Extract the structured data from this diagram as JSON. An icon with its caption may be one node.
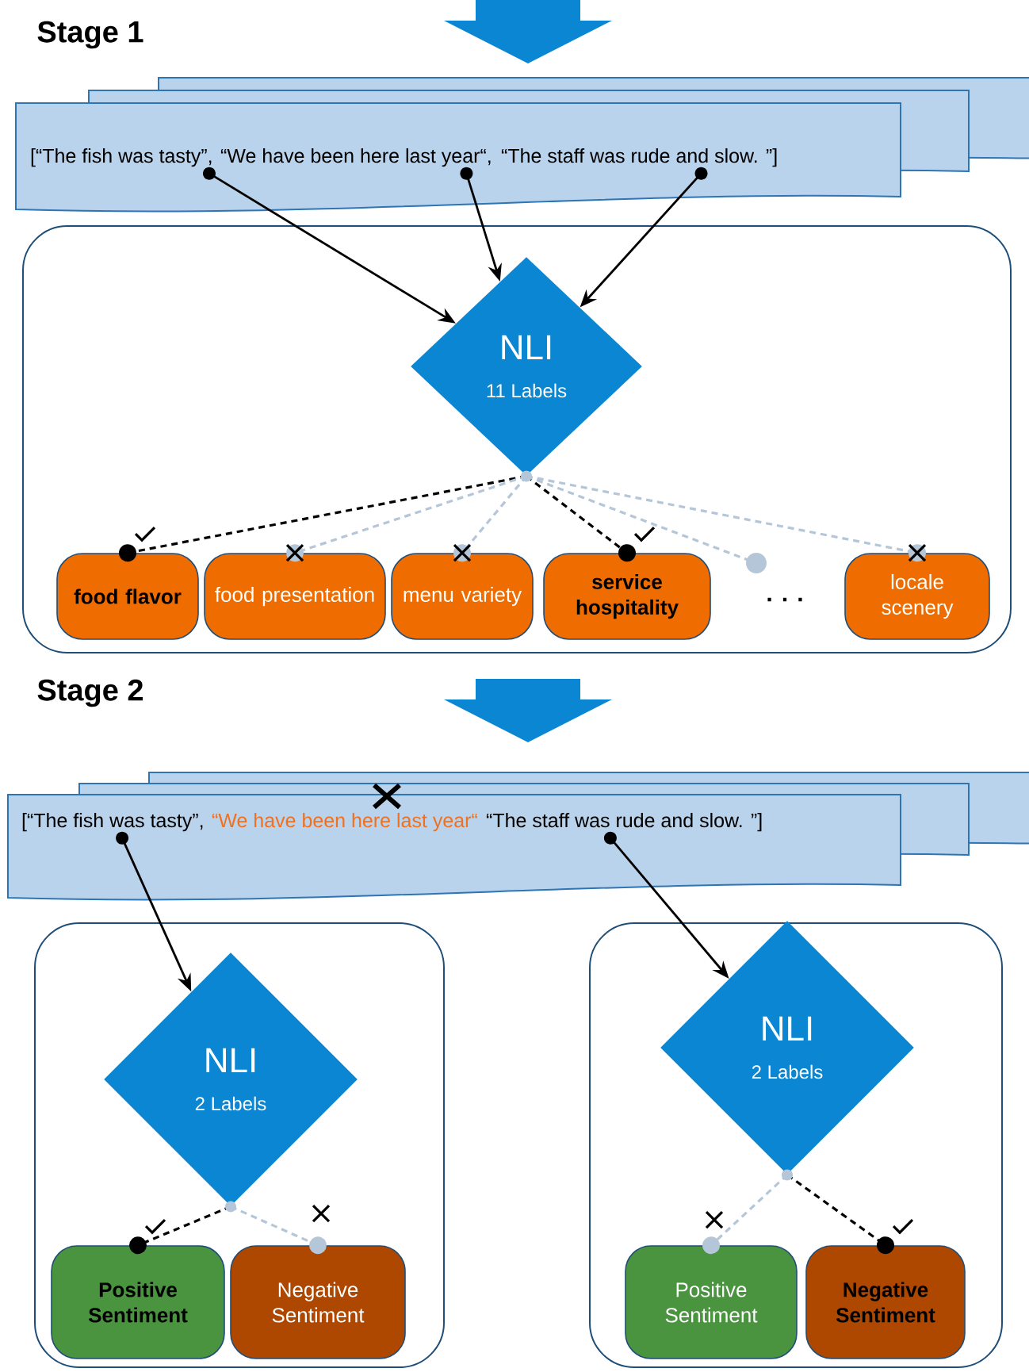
{
  "diagram": {
    "nodes": [
      {
        "text": [],
        "shape": "box"
      },
      {
        "text": [
          "[“The fish was tasty”,"
        ],
        "in": 0
      },
      {
        "text": [
          "“We have been here last year“,"
        ],
        "in": 0
      },
      {
        "text": [
          "“The staff was rude and slow. ”]"
        ],
        "in": 0
      },
      {
        "text": [],
        "shape": "box"
      },
      {
        "text": [
          "NLI",
          "11 Labels"
        ],
        "in": 4
      },
      {
        "text": [
          "food flavor"
        ],
        "in": 4
      },
      {
        "text": [
          "food presentation"
        ],
        "in": 4
      },
      {
        "text": [
          "menu variety"
        ],
        "in": 4
      },
      {
        "text": [
          "service hospitality"
        ],
        "in": 4
      },
      {
        "text": [],
        "shape": "circle",
        "in": 4
      },
      {
        "text": [
          "locale scenery"
        ],
        "in": 4
      },
      {
        "text": [],
        "shape": "box"
      },
      {
        "text": [
          "[“The fish was tasty”,"
        ],
        "in": 12
      },
      {
        "text": [
          "“We have been here last year“"
        ],
        "in": 12
      },
      {
        "text": [
          "“The staff was rude and slow. ”]"
        ],
        "in": 12
      },
      {
        "text": [],
        "shape": "box"
      },
      {
        "text": [
          "NLI",
          "2 Labels"
        ],
        "in": 16
      },
      {
        "text": [
          "Positive Sentiment"
        ],
        "in": 16
      },
      {
        "text": [
          "Negative Sentiment"
        ],
        "in": 16
      },
      {
        "text": [],
        "shape": "box"
      },
      {
        "text": [
          "NLI",
          "2 Labels"
        ],
        "in": 20
      },
      {
        "text": [
          "Positive Sentiment"
        ],
        "in": 20
      },
      {
        "text": [
          "Negative Sentiment"
        ],
        "in": 20
      }
    ],
    "edges": [
      {
        "from": 1,
        "to": 5,
        "arrow": "to"
      },
      {
        "from": 2,
        "to": 5,
        "arrow": "to"
      },
      {
        "from": 3,
        "to": 5,
        "arrow": "to"
      },
      {
        "from": 5,
        "to": 6,
        "arrow": "other",
        "style": "dashed"
      },
      {
        "from": 5,
        "to": 7,
        "arrow": "other",
        "style": "dashed",
        "color": "#b4c6d8"
      },
      {
        "from": 5,
        "to": 8,
        "arrow": "other",
        "style": "dashed",
        "color": "#b4c6d8"
      },
      {
        "from": 5,
        "to": 9,
        "arrow": "other",
        "style": "dashed"
      },
      {
        "from": 5,
        "to": 10,
        "arrow": "other",
        "style": "dashed",
        "color": "#b4c6d8"
      },
      {
        "from": 5,
        "to": 11,
        "arrow": "other",
        "style": "dashed",
        "color": "#b4c6d8"
      },
      {
        "from": 13,
        "to": 17,
        "arrow": "to"
      },
      {
        "from": 15,
        "to": 21,
        "arrow": "to"
      },
      {
        "from": 17,
        "to": 18,
        "arrow": "other",
        "style": "dashed"
      },
      {
        "from": 17,
        "to": 19,
        "arrow": "other",
        "style": "dashed",
        "color": "#b4c6d8"
      },
      {
        "from": 21,
        "to": 22,
        "arrow": "other",
        "style": "dashed",
        "color": "#b4c6d8"
      },
      {
        "from": 21,
        "to": 23,
        "arrow": "other",
        "style": "dashed"
      }
    ],
    "labels": [
      "Stage 1",
      ". . .",
      "Stage 2"
    ]
  }
}
